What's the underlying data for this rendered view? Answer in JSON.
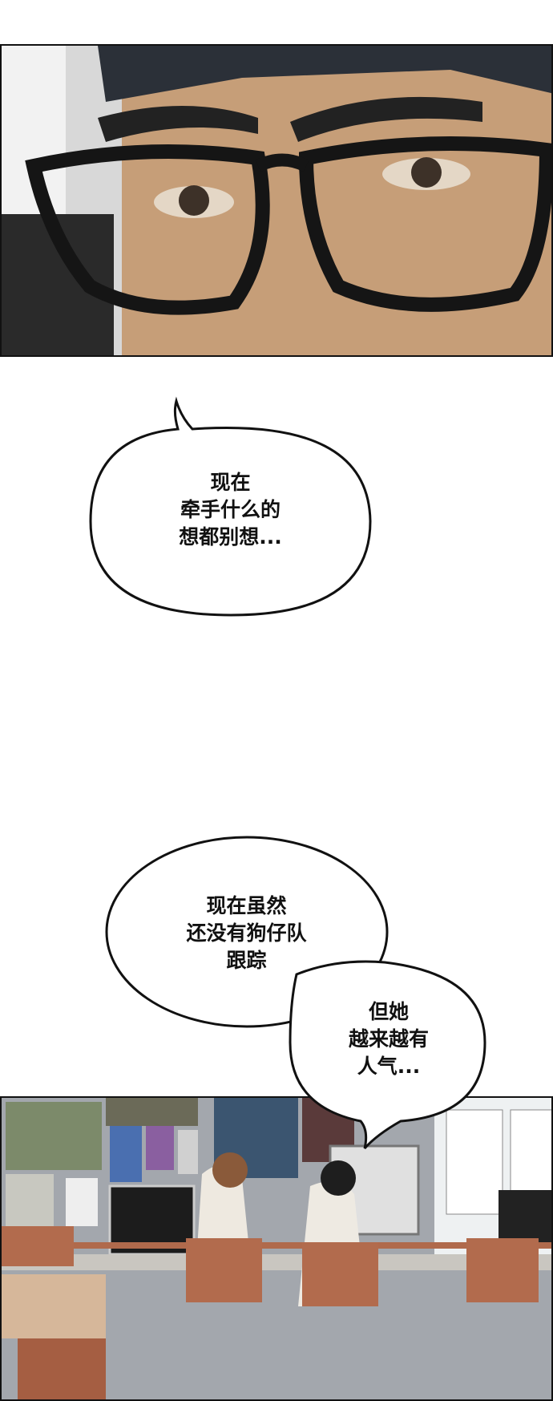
{
  "bubbles": [
    {
      "lines": [
        "现在",
        "牵手什么的",
        "想都别想..."
      ]
    },
    {
      "lines": [
        "现在虽然",
        "还没有狗仔队",
        "跟踪"
      ]
    },
    {
      "lines": [
        "但她",
        "越来越有",
        "人气..."
      ]
    }
  ],
  "colors": {
    "skin": "#c39a74",
    "glasses": "#1a1a1a",
    "wall": "#9a9ea6",
    "desk": "#b06a4c"
  }
}
